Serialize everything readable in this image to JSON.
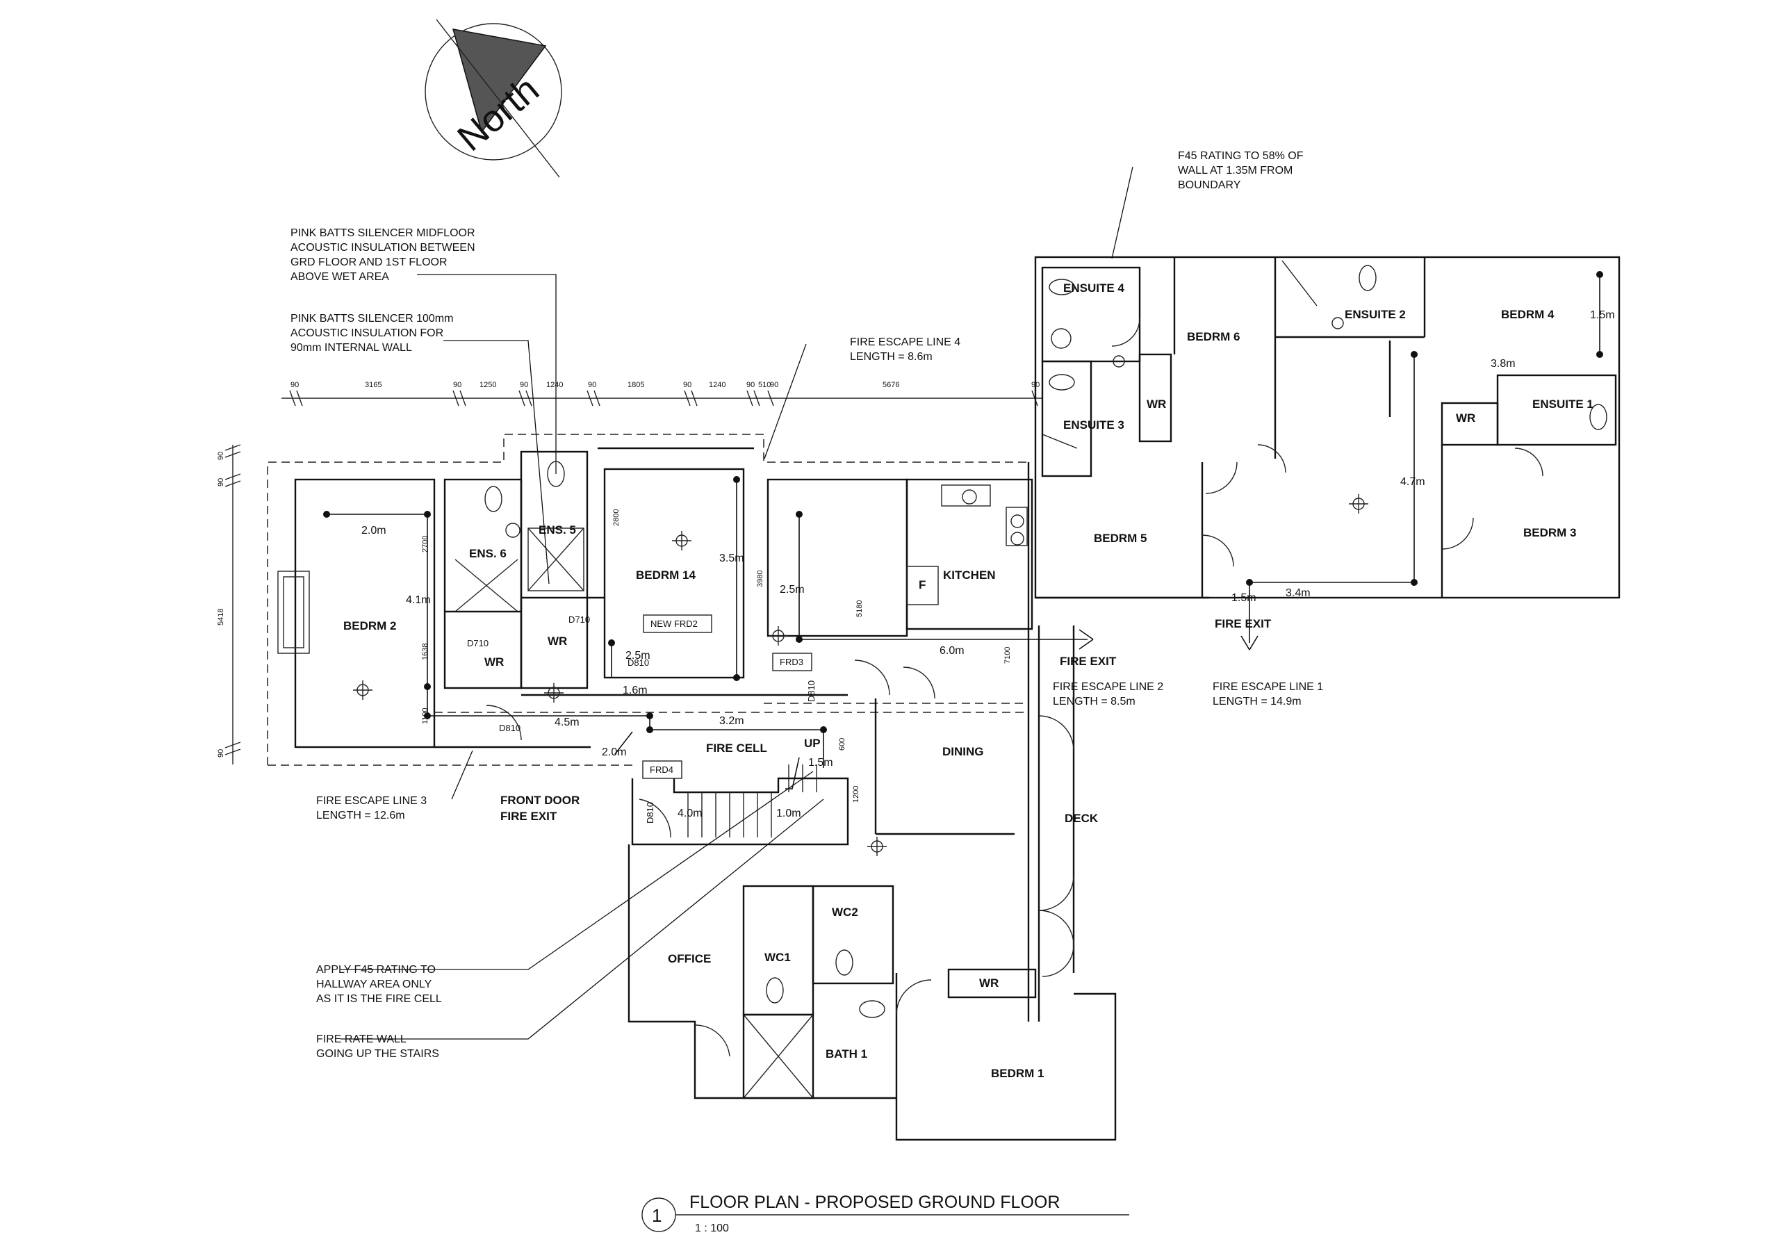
{
  "drawing": {
    "north_label": "North",
    "title_number": "1",
    "title": "FLOOR PLAN - PROPOSED GROUND FLOOR",
    "scale": "1 : 100"
  },
  "rooms": [
    "BEDRM 2",
    "ENS. 6",
    "ENS. 5",
    "WR",
    "WR",
    "BEDRM 14",
    "KITCHEN",
    "F",
    "FIRE CELL",
    "DINING",
    "DECK",
    "OFFICE",
    "WC1",
    "WC2",
    "BATH 1",
    "WR",
    "BEDRM 1",
    "ENSUITE 4",
    "BEDRM 6",
    "WR",
    "ENSUITE 3",
    "BEDRM 5",
    "ENSUITE 2",
    "BEDRM 4",
    "WR",
    "ENSUITE 1",
    "BEDRM 3",
    "UP"
  ],
  "door_tags": [
    "D710",
    "D710",
    "D810",
    "D810",
    "D810",
    "D810",
    "NEW FRD2",
    "FRD3",
    "FRD4"
  ],
  "measurements": [
    "2.0m",
    "4.1m",
    "2.5m",
    "3.5m",
    "2.5m",
    "1.6m",
    "4.5m",
    "3.2m",
    "2.0m",
    "1.5m",
    "4.0m",
    "1.0m",
    "6.0m",
    "4.7m",
    "3.8m",
    "1.5m",
    "1.5m",
    "3.4m"
  ],
  "top_dimensions": [
    "90",
    "3165",
    "90",
    "1250",
    "90",
    "1240",
    "90",
    "1805",
    "90",
    "1240",
    "90",
    "510",
    "90",
    "5676",
    "90"
  ],
  "left_dimensions": [
    "90",
    "90",
    "5418",
    "90"
  ],
  "inner_dimensions": [
    "2700",
    "2800",
    "3980",
    "5180",
    "7100",
    "1638",
    "1100",
    "600",
    "1200"
  ],
  "notes": {
    "f45_rating": [
      "F45 RATING TO 58% OF",
      "WALL AT 1.35M FROM",
      "BOUNDARY"
    ],
    "pink_batts_midfloor": [
      "PINK BATTS SILENCER MIDFLOOR",
      "ACOUSTIC INSULATION BETWEEN",
      "GRD FLOOR AND 1ST FLOOR",
      "ABOVE WET AREA"
    ],
    "pink_batts_100": [
      "PINK BATTS SILENCER 100mm",
      "ACOUSTIC INSULATION FOR",
      "90mm INTERNAL WALL"
    ],
    "fire_escape_4": [
      "FIRE ESCAPE LINE 4",
      "LENGTH = 8.6m"
    ],
    "fire_escape_3": [
      "FIRE ESCAPE LINE 3",
      "LENGTH = 12.6m"
    ],
    "fire_escape_2": [
      "FIRE ESCAPE LINE 2",
      "LENGTH = 8.5m"
    ],
    "fire_escape_1": [
      "FIRE ESCAPE LINE 1",
      "LENGTH = 14.9m"
    ],
    "front_door": [
      "FRONT DOOR",
      "FIRE EXIT"
    ],
    "fire_exit_a": "FIRE EXIT",
    "fire_exit_b": "FIRE EXIT",
    "hallway_f45": [
      "APPLY F45 RATING TO",
      "HALLWAY AREA ONLY",
      "AS IT IS THE FIRE CELL"
    ],
    "fire_rate_wall": [
      "FIRE RATE WALL",
      "GOING UP THE STAIRS"
    ]
  }
}
